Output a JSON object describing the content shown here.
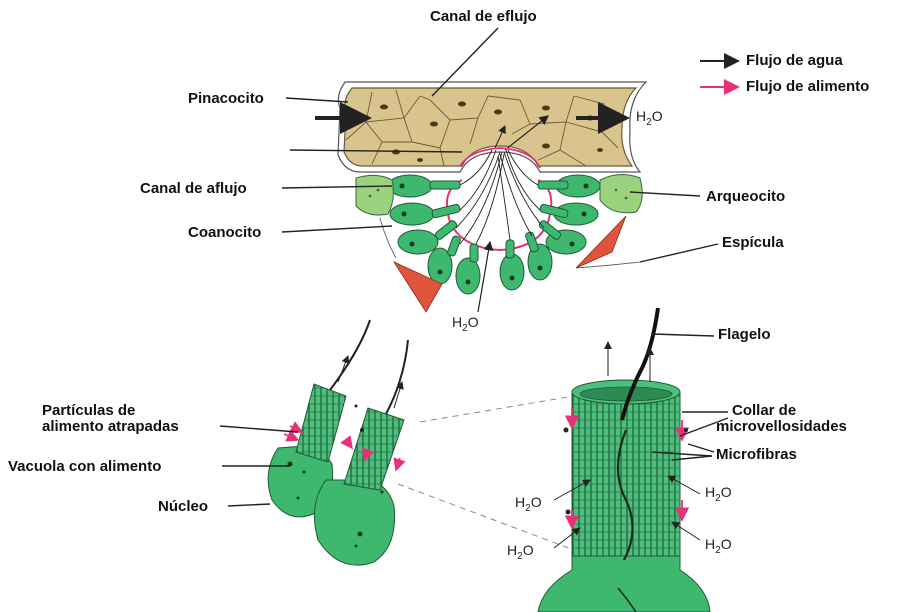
{
  "labels": {
    "canal_eflujo": "Canal de eflujo",
    "pinacocito": "Pinacocito",
    "canal_aflujo": "Canal de aflujo",
    "coanocito": "Coanocito",
    "arqueocito": "Arqueocito",
    "espicula": "Espícula",
    "flagelo": "Flagelo",
    "particulas_l1": "Partículas de",
    "particulas_l2": "alimento atrapadas",
    "vacuola": "Vacuola con alimento",
    "nucleo": "Núcleo",
    "collar_l1": "Collar de",
    "collar_l2": "microvellosidades",
    "microfibras": "Microfibras"
  },
  "legend": {
    "water_flow": "Flujo de agua",
    "food_flow": "Flujo de alimento"
  },
  "water": {
    "h": "H",
    "sub": "2",
    "o": "O"
  },
  "colors": {
    "water_arrow": "#222222",
    "food_arrow": "#e8307a",
    "cell_green": "#3fb86f",
    "pinacoderm_tan": "#d9c48e",
    "spicule_red": "#e0543c",
    "archeocyte_green": "#9ad27e"
  }
}
